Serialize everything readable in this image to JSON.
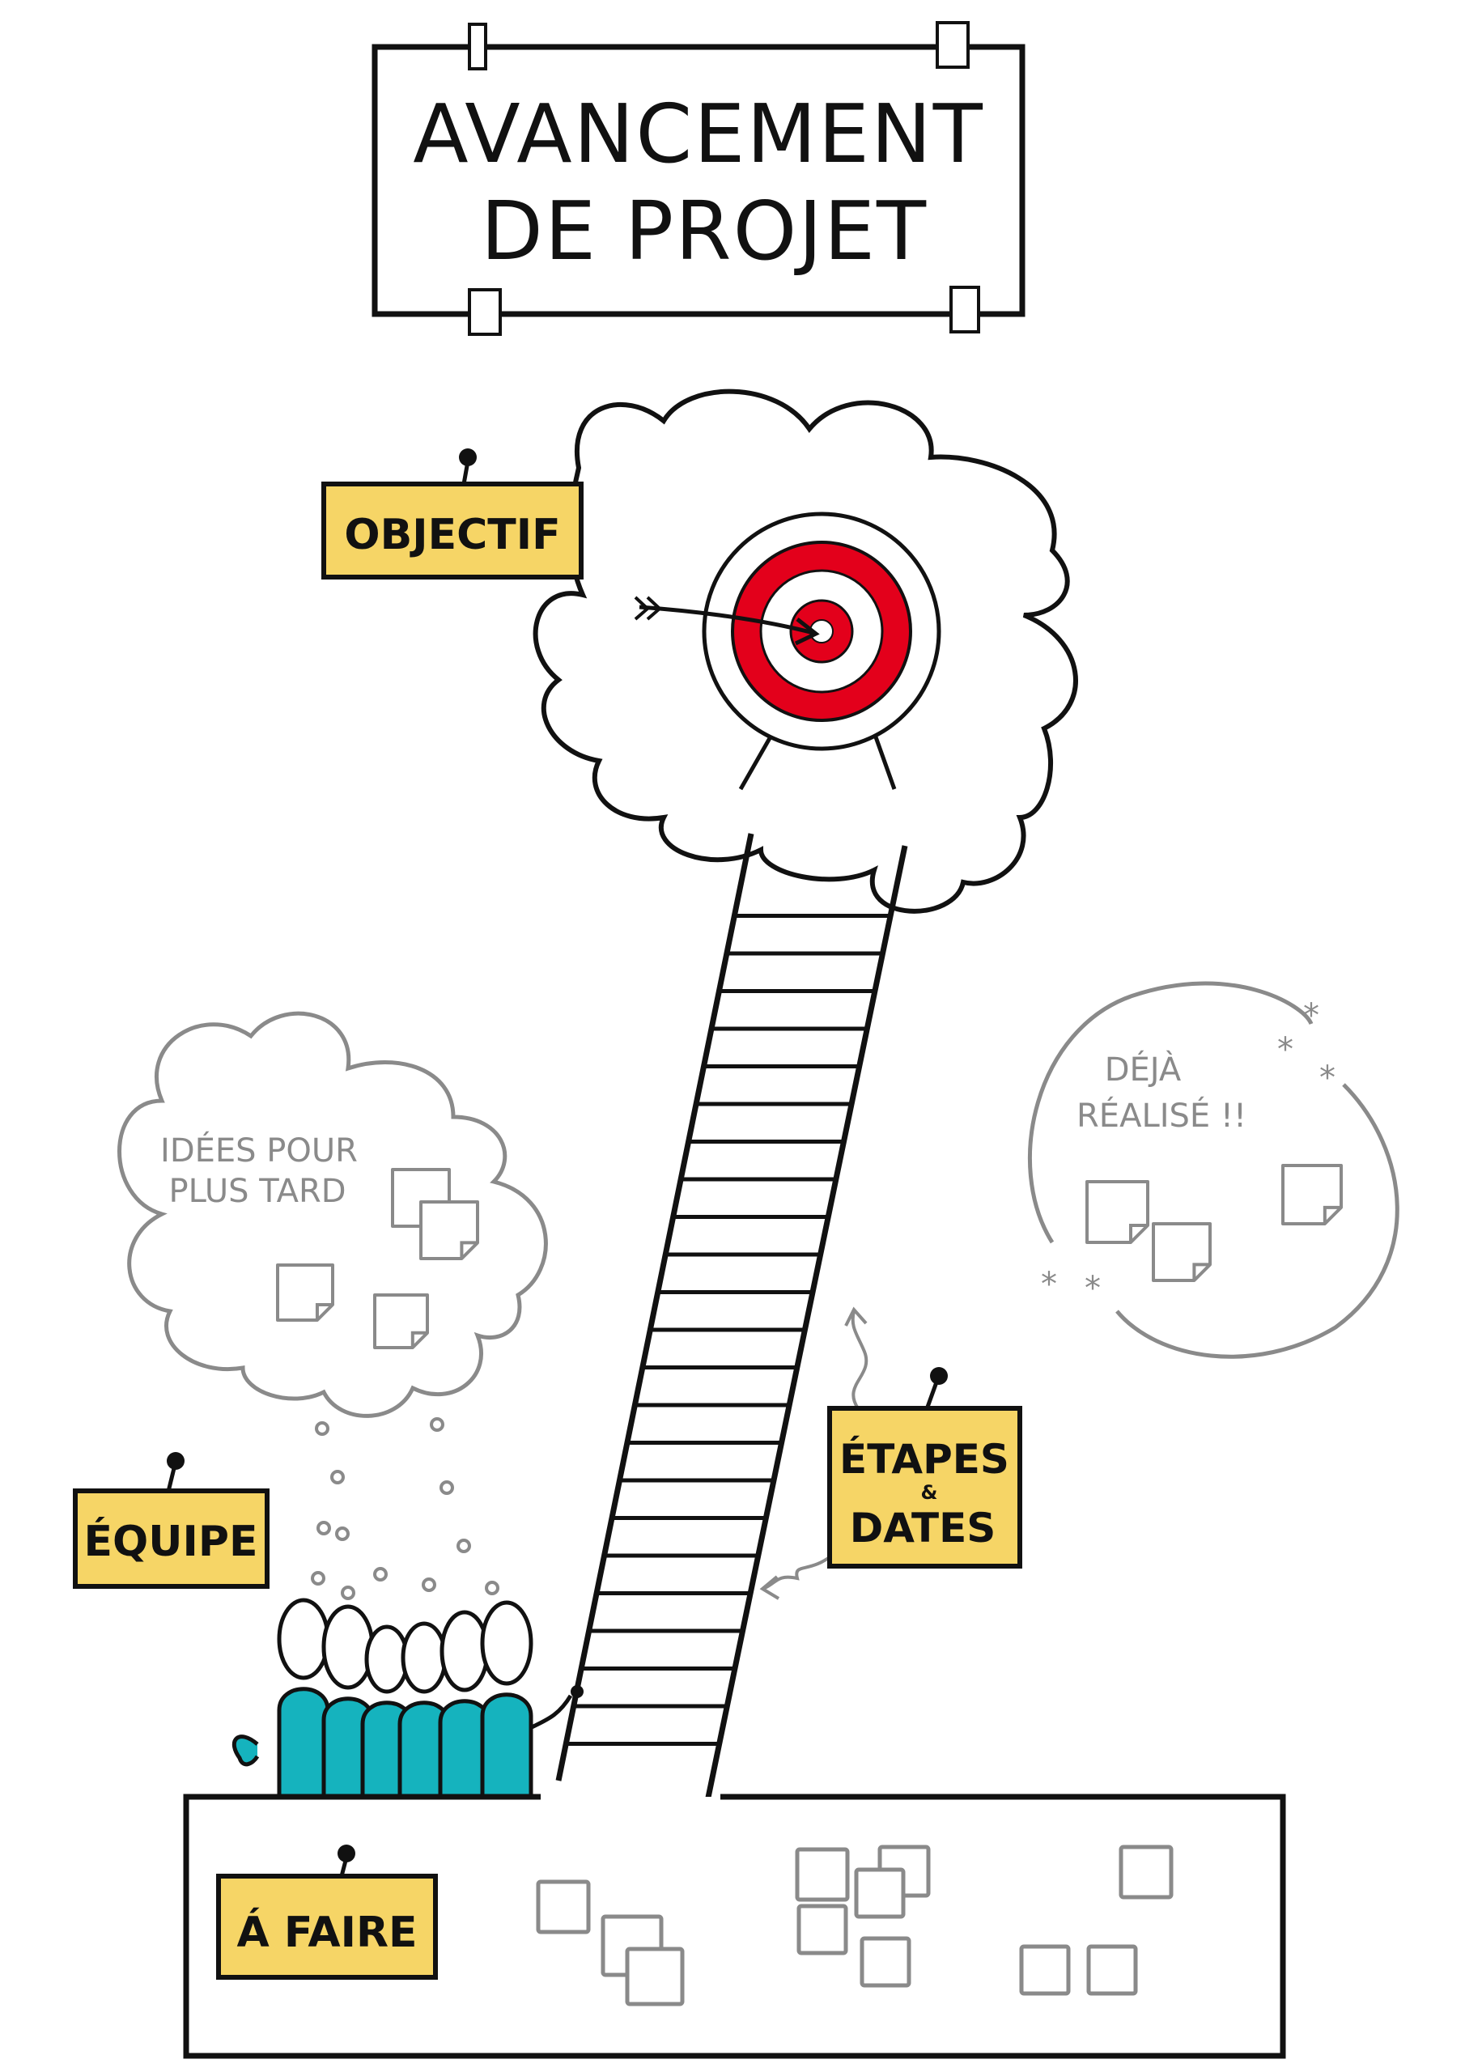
{
  "title": {
    "line1": "AVANCEMENT",
    "line2": "DE PROJET"
  },
  "labels": {
    "objectif": "OBJECTIF",
    "equipe": "ÉQUIPE",
    "etapes_line1": "ÉTAPES",
    "etapes_amp": "&",
    "etapes_line2": "DATES",
    "a_faire": "Á FAIRE"
  },
  "clouds": {
    "ideas_line1": "IDÉES POUR",
    "ideas_line2": "PLUS TARD",
    "done_line1": "DÉJÀ",
    "done_line2": "RÉALISÉ !!"
  },
  "colors": {
    "ink": "#111111",
    "grey": "#8a8a8a",
    "tag_yellow": "#f6d566",
    "target_red": "#e3001b",
    "team_teal": "#15b3be"
  },
  "icons": {
    "target": "target-icon",
    "arrow": "arrow-icon",
    "pin": "pin-icon",
    "sticky_note": "sticky-note-icon",
    "ladder": "ladder-icon",
    "team": "team-icon",
    "sparkle": "sparkle-icon"
  }
}
